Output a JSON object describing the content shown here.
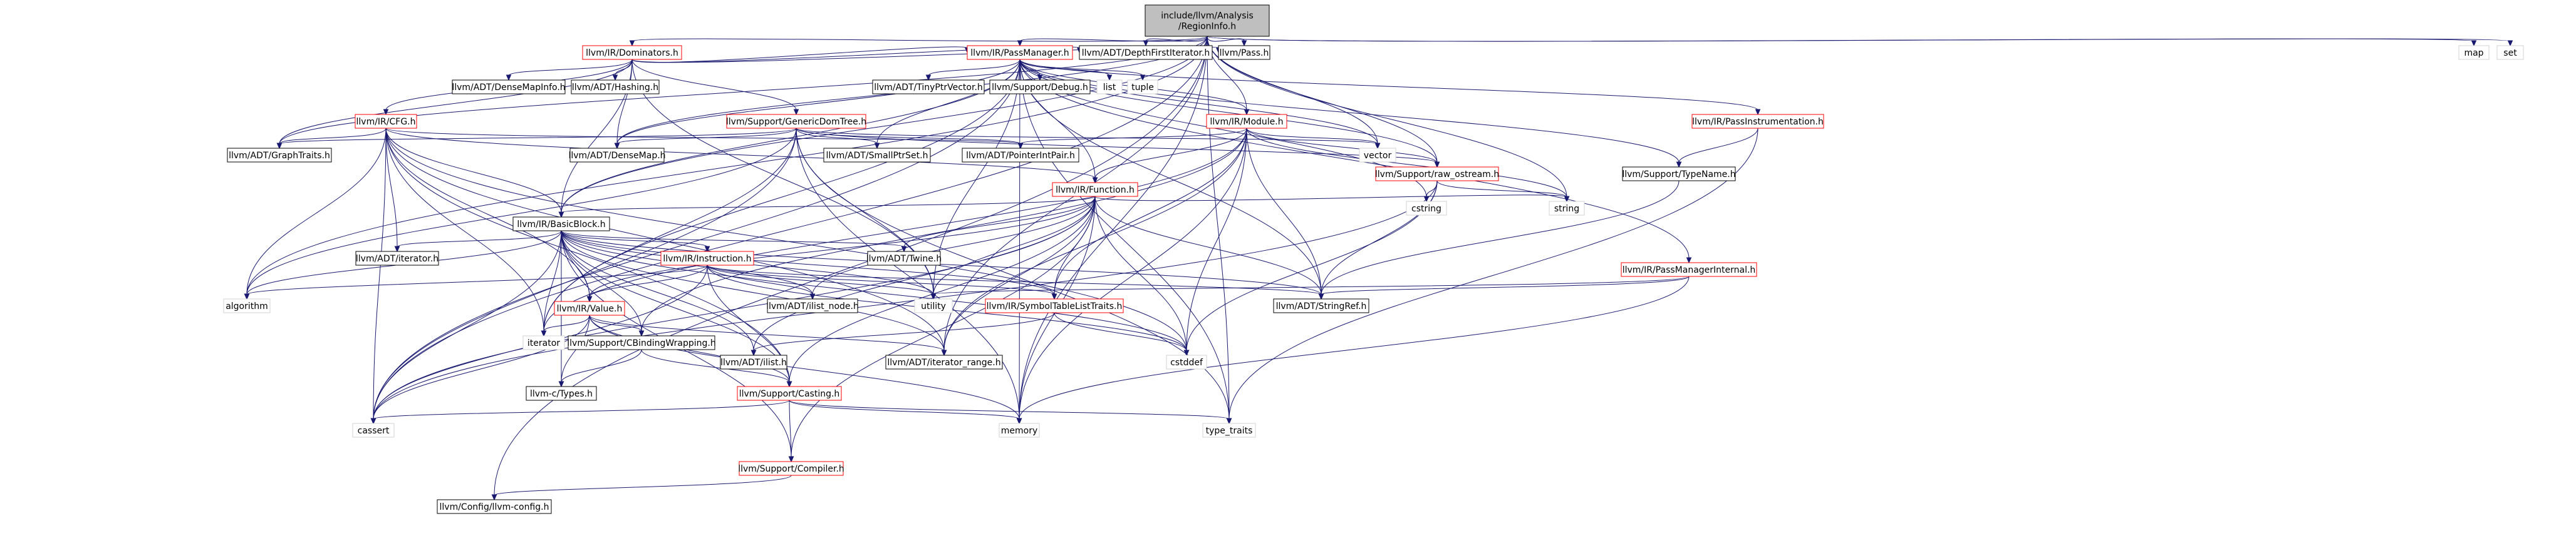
{
  "diagram": {
    "type": "include-dependency-graph",
    "colors": {
      "background": "#ffffff",
      "root_fill": "#bfbfbf",
      "node_fill": "#ffffff",
      "node_border": "#000000",
      "expandable_border": "#ff0000",
      "system_border": "#d3d3d3",
      "edge": "#191970"
    },
    "nodes": [
      {
        "id": "root",
        "label": "include/llvm/Analysis\n/RegionInfo.h",
        "kind": "root"
      },
      {
        "id": "dominators",
        "label": "llvm/IR/Dominators.h",
        "kind": "expandable"
      },
      {
        "id": "passmanager",
        "label": "llvm/IR/PassManager.h",
        "kind": "expandable"
      },
      {
        "id": "depthfirst",
        "label": "llvm/ADT/DepthFirstIterator.h",
        "kind": "header"
      },
      {
        "id": "pass",
        "label": "llvm/Pass.h",
        "kind": "header"
      },
      {
        "id": "map",
        "label": "map",
        "kind": "system"
      },
      {
        "id": "set",
        "label": "set",
        "kind": "system"
      },
      {
        "id": "densemapinfo",
        "label": "llvm/ADT/DenseMapInfo.h",
        "kind": "header"
      },
      {
        "id": "hashing",
        "label": "llvm/ADT/Hashing.h",
        "kind": "header"
      },
      {
        "id": "cfg",
        "label": "llvm/IR/CFG.h",
        "kind": "expandable"
      },
      {
        "id": "genericdomtree",
        "label": "llvm/Support/GenericDomTree.h",
        "kind": "expandable"
      },
      {
        "id": "tinyptr",
        "label": "llvm/ADT/TinyPtrVector.h",
        "kind": "header"
      },
      {
        "id": "debug",
        "label": "llvm/Support/Debug.h",
        "kind": "header"
      },
      {
        "id": "list",
        "label": "list",
        "kind": "system"
      },
      {
        "id": "tuple",
        "label": "tuple",
        "kind": "system"
      },
      {
        "id": "module",
        "label": "llvm/IR/Module.h",
        "kind": "expandable"
      },
      {
        "id": "passinstr",
        "label": "llvm/IR/PassInstrumentation.h",
        "kind": "expandable"
      },
      {
        "id": "graphtraits",
        "label": "llvm/ADT/GraphTraits.h",
        "kind": "header"
      },
      {
        "id": "densemap",
        "label": "llvm/ADT/DenseMap.h",
        "kind": "header"
      },
      {
        "id": "smallptrset",
        "label": "llvm/ADT/SmallPtrSet.h",
        "kind": "header"
      },
      {
        "id": "pointerintpair",
        "label": "llvm/ADT/PointerIntPair.h",
        "kind": "header"
      },
      {
        "id": "function",
        "label": "llvm/IR/Function.h",
        "kind": "expandable"
      },
      {
        "id": "vector",
        "label": "vector",
        "kind": "system"
      },
      {
        "id": "rawostream",
        "label": "llvm/Support/raw_ostream.h",
        "kind": "expandable"
      },
      {
        "id": "typename",
        "label": "llvm/Support/TypeName.h",
        "kind": "header"
      },
      {
        "id": "cstring",
        "label": "cstring",
        "kind": "system"
      },
      {
        "id": "string",
        "label": "string",
        "kind": "system"
      },
      {
        "id": "basicblock",
        "label": "llvm/IR/BasicBlock.h",
        "kind": "header"
      },
      {
        "id": "adtiterator",
        "label": "llvm/ADT/iterator.h",
        "kind": "header"
      },
      {
        "id": "instruction",
        "label": "llvm/IR/Instruction.h",
        "kind": "expandable"
      },
      {
        "id": "twine",
        "label": "llvm/ADT/Twine.h",
        "kind": "header"
      },
      {
        "id": "pmi",
        "label": "llvm/IR/PassManagerInternal.h",
        "kind": "expandable"
      },
      {
        "id": "algorithm",
        "label": "algorithm",
        "kind": "system"
      },
      {
        "id": "value",
        "label": "llvm/IR/Value.h",
        "kind": "expandable"
      },
      {
        "id": "ilistnode",
        "label": "llvm/ADT/ilist_node.h",
        "kind": "header"
      },
      {
        "id": "utility",
        "label": "utility",
        "kind": "system"
      },
      {
        "id": "symtablelist",
        "label": "llvm/IR/SymbolTableListTraits.h",
        "kind": "expandable"
      },
      {
        "id": "stringref",
        "label": "llvm/ADT/StringRef.h",
        "kind": "header"
      },
      {
        "id": "iterator",
        "label": "iterator",
        "kind": "system"
      },
      {
        "id": "cbinding",
        "label": "llvm/Support/CBindingWrapping.h",
        "kind": "header"
      },
      {
        "id": "ilist",
        "label": "llvm/ADT/ilist.h",
        "kind": "header"
      },
      {
        "id": "iterrange",
        "label": "llvm/ADT/iterator_range.h",
        "kind": "header"
      },
      {
        "id": "cstddef",
        "label": "cstddef",
        "kind": "system"
      },
      {
        "id": "ctypes",
        "label": "llvm-c/Types.h",
        "kind": "header"
      },
      {
        "id": "casting",
        "label": "llvm/Support/Casting.h",
        "kind": "expandable"
      },
      {
        "id": "cassert",
        "label": "cassert",
        "kind": "system"
      },
      {
        "id": "memory",
        "label": "memory",
        "kind": "system"
      },
      {
        "id": "typetraits",
        "label": "type_traits",
        "kind": "system"
      },
      {
        "id": "compiler",
        "label": "llvm/Support/Compiler.h",
        "kind": "expandable"
      },
      {
        "id": "llvmconfig",
        "label": "llvm/Config/llvm-config.h",
        "kind": "header"
      }
    ],
    "edges": [
      [
        "root",
        "dominators"
      ],
      [
        "root",
        "passmanager"
      ],
      [
        "root",
        "depthfirst"
      ],
      [
        "root",
        "pass"
      ],
      [
        "root",
        "map"
      ],
      [
        "root",
        "set"
      ],
      [
        "root",
        "module"
      ],
      [
        "root",
        "graphtraits"
      ],
      [
        "root",
        "densemap"
      ],
      [
        "root",
        "basicblock"
      ],
      [
        "root",
        "vector"
      ],
      [
        "root",
        "rawostream"
      ],
      [
        "root",
        "string"
      ],
      [
        "root",
        "algorithm"
      ],
      [
        "root",
        "iterrange"
      ],
      [
        "root",
        "cassert"
      ],
      [
        "root",
        "memory"
      ],
      [
        "root",
        "typetraits"
      ],
      [
        "root",
        "llvmconfig"
      ],
      [
        "dominators",
        "passmanager"
      ],
      [
        "dominators",
        "depthfirst"
      ],
      [
        "dominators",
        "pass"
      ],
      [
        "dominators",
        "densemapinfo"
      ],
      [
        "dominators",
        "hashing"
      ],
      [
        "dominators",
        "cfg"
      ],
      [
        "dominators",
        "genericdomtree"
      ],
      [
        "dominators",
        "graphtraits"
      ],
      [
        "dominators",
        "densemap"
      ],
      [
        "dominators",
        "basicblock"
      ],
      [
        "dominators",
        "utility"
      ],
      [
        "passmanager",
        "tinyptr"
      ],
      [
        "passmanager",
        "debug"
      ],
      [
        "passmanager",
        "list"
      ],
      [
        "passmanager",
        "tuple"
      ],
      [
        "passmanager",
        "module"
      ],
      [
        "passmanager",
        "passinstr"
      ],
      [
        "passmanager",
        "densemap"
      ],
      [
        "passmanager",
        "smallptrset"
      ],
      [
        "passmanager",
        "function"
      ],
      [
        "passmanager",
        "vector"
      ],
      [
        "passmanager",
        "rawostream"
      ],
      [
        "passmanager",
        "typename"
      ],
      [
        "passmanager",
        "pmi"
      ],
      [
        "passmanager",
        "stringref"
      ],
      [
        "passmanager",
        "cassert"
      ],
      [
        "passmanager",
        "cstring"
      ],
      [
        "passmanager",
        "iterator"
      ],
      [
        "passmanager",
        "memory"
      ],
      [
        "passmanager",
        "typetraits"
      ],
      [
        "passmanager",
        "utility"
      ],
      [
        "passmanager",
        "basicblock"
      ],
      [
        "cfg",
        "graphtraits"
      ],
      [
        "cfg",
        "adtiterator"
      ],
      [
        "cfg",
        "iterrange"
      ],
      [
        "cfg",
        "basicblock"
      ],
      [
        "cfg",
        "function"
      ],
      [
        "cfg",
        "value"
      ],
      [
        "cfg",
        "casting"
      ],
      [
        "cfg",
        "cassert"
      ],
      [
        "cfg",
        "cstddef"
      ],
      [
        "cfg",
        "iterator"
      ],
      [
        "cfg",
        "algorithm"
      ],
      [
        "cfg",
        "pointerintpair"
      ],
      [
        "genericdomtree",
        "graphtraits"
      ],
      [
        "genericdomtree",
        "densemap"
      ],
      [
        "genericdomtree",
        "smallptrset"
      ],
      [
        "genericdomtree",
        "pointerintpair"
      ],
      [
        "genericdomtree",
        "rawostream"
      ],
      [
        "genericdomtree",
        "algorithm"
      ],
      [
        "genericdomtree",
        "cassert"
      ],
      [
        "genericdomtree",
        "iterator"
      ],
      [
        "genericdomtree",
        "memory"
      ],
      [
        "genericdomtree",
        "typetraits"
      ],
      [
        "genericdomtree",
        "utility"
      ],
      [
        "genericdomtree",
        "vector"
      ],
      [
        "module",
        "function"
      ],
      [
        "module",
        "rawostream"
      ],
      [
        "module",
        "stringref"
      ],
      [
        "module",
        "symtablelist"
      ],
      [
        "module",
        "cstddef"
      ],
      [
        "module",
        "iterator"
      ],
      [
        "module",
        "memory"
      ],
      [
        "module",
        "string"
      ],
      [
        "module",
        "vector"
      ],
      [
        "module",
        "iterrange"
      ],
      [
        "module",
        "cbinding"
      ],
      [
        "module",
        "pointerintpair"
      ],
      [
        "passinstr",
        "typename"
      ],
      [
        "passinstr",
        "typetraits"
      ],
      [
        "function",
        "basicblock"
      ],
      [
        "function",
        "twine"
      ],
      [
        "function",
        "ilist"
      ],
      [
        "function",
        "stringref"
      ],
      [
        "function",
        "symtablelist"
      ],
      [
        "function",
        "casting"
      ],
      [
        "function",
        "compiler"
      ],
      [
        "function",
        "cassert"
      ],
      [
        "function",
        "cstddef"
      ],
      [
        "function",
        "memory"
      ],
      [
        "function",
        "string"
      ],
      [
        "function",
        "utility"
      ],
      [
        "function",
        "iterrange"
      ],
      [
        "function",
        "ilistnode"
      ],
      [
        "function",
        "value"
      ],
      [
        "rawostream",
        "stringref"
      ],
      [
        "rawostream",
        "cassert"
      ],
      [
        "rawostream",
        "cstddef"
      ],
      [
        "rawostream",
        "string"
      ],
      [
        "rawostream",
        "cstring"
      ],
      [
        "typename",
        "stringref"
      ],
      [
        "basicblock",
        "adtiterator"
      ],
      [
        "basicblock",
        "instruction"
      ],
      [
        "basicblock",
        "twine"
      ],
      [
        "basicblock",
        "ilist"
      ],
      [
        "basicblock",
        "ilistnode"
      ],
      [
        "basicblock",
        "iterrange"
      ],
      [
        "basicblock",
        "stringref"
      ],
      [
        "basicblock",
        "symtablelist"
      ],
      [
        "basicblock",
        "value"
      ],
      [
        "basicblock",
        "cbinding"
      ],
      [
        "basicblock",
        "compiler"
      ],
      [
        "basicblock",
        "ctypes"
      ],
      [
        "basicblock",
        "casting"
      ],
      [
        "basicblock",
        "cassert"
      ],
      [
        "basicblock",
        "cstddef"
      ],
      [
        "basicblock",
        "iterator"
      ],
      [
        "basicblock",
        "algorithm"
      ],
      [
        "basicblock",
        "utility"
      ],
      [
        "instruction",
        "ilistnode"
      ],
      [
        "instruction",
        "symtablelist"
      ],
      [
        "instruction",
        "value"
      ],
      [
        "instruction",
        "casting"
      ],
      [
        "instruction",
        "cassert"
      ],
      [
        "instruction",
        "cstddef"
      ],
      [
        "instruction",
        "utility"
      ],
      [
        "instruction",
        "algorithm"
      ],
      [
        "instruction",
        "stringref"
      ],
      [
        "pmi",
        "stringref"
      ],
      [
        "pmi",
        "memory"
      ],
      [
        "pmi",
        "utility"
      ],
      [
        "value",
        "iterrange"
      ],
      [
        "value",
        "cbinding"
      ],
      [
        "value",
        "casting"
      ],
      [
        "value",
        "ctypes"
      ],
      [
        "value",
        "cassert"
      ],
      [
        "value",
        "iterator"
      ],
      [
        "value",
        "memory"
      ],
      [
        "symtablelist",
        "ilist"
      ],
      [
        "symtablelist",
        "cstddef"
      ],
      [
        "cbinding",
        "ctypes"
      ],
      [
        "cbinding",
        "casting"
      ],
      [
        "casting",
        "compiler"
      ],
      [
        "casting",
        "cassert"
      ],
      [
        "casting",
        "memory"
      ],
      [
        "casting",
        "typetraits"
      ],
      [
        "compiler",
        "llvmconfig"
      ]
    ]
  }
}
